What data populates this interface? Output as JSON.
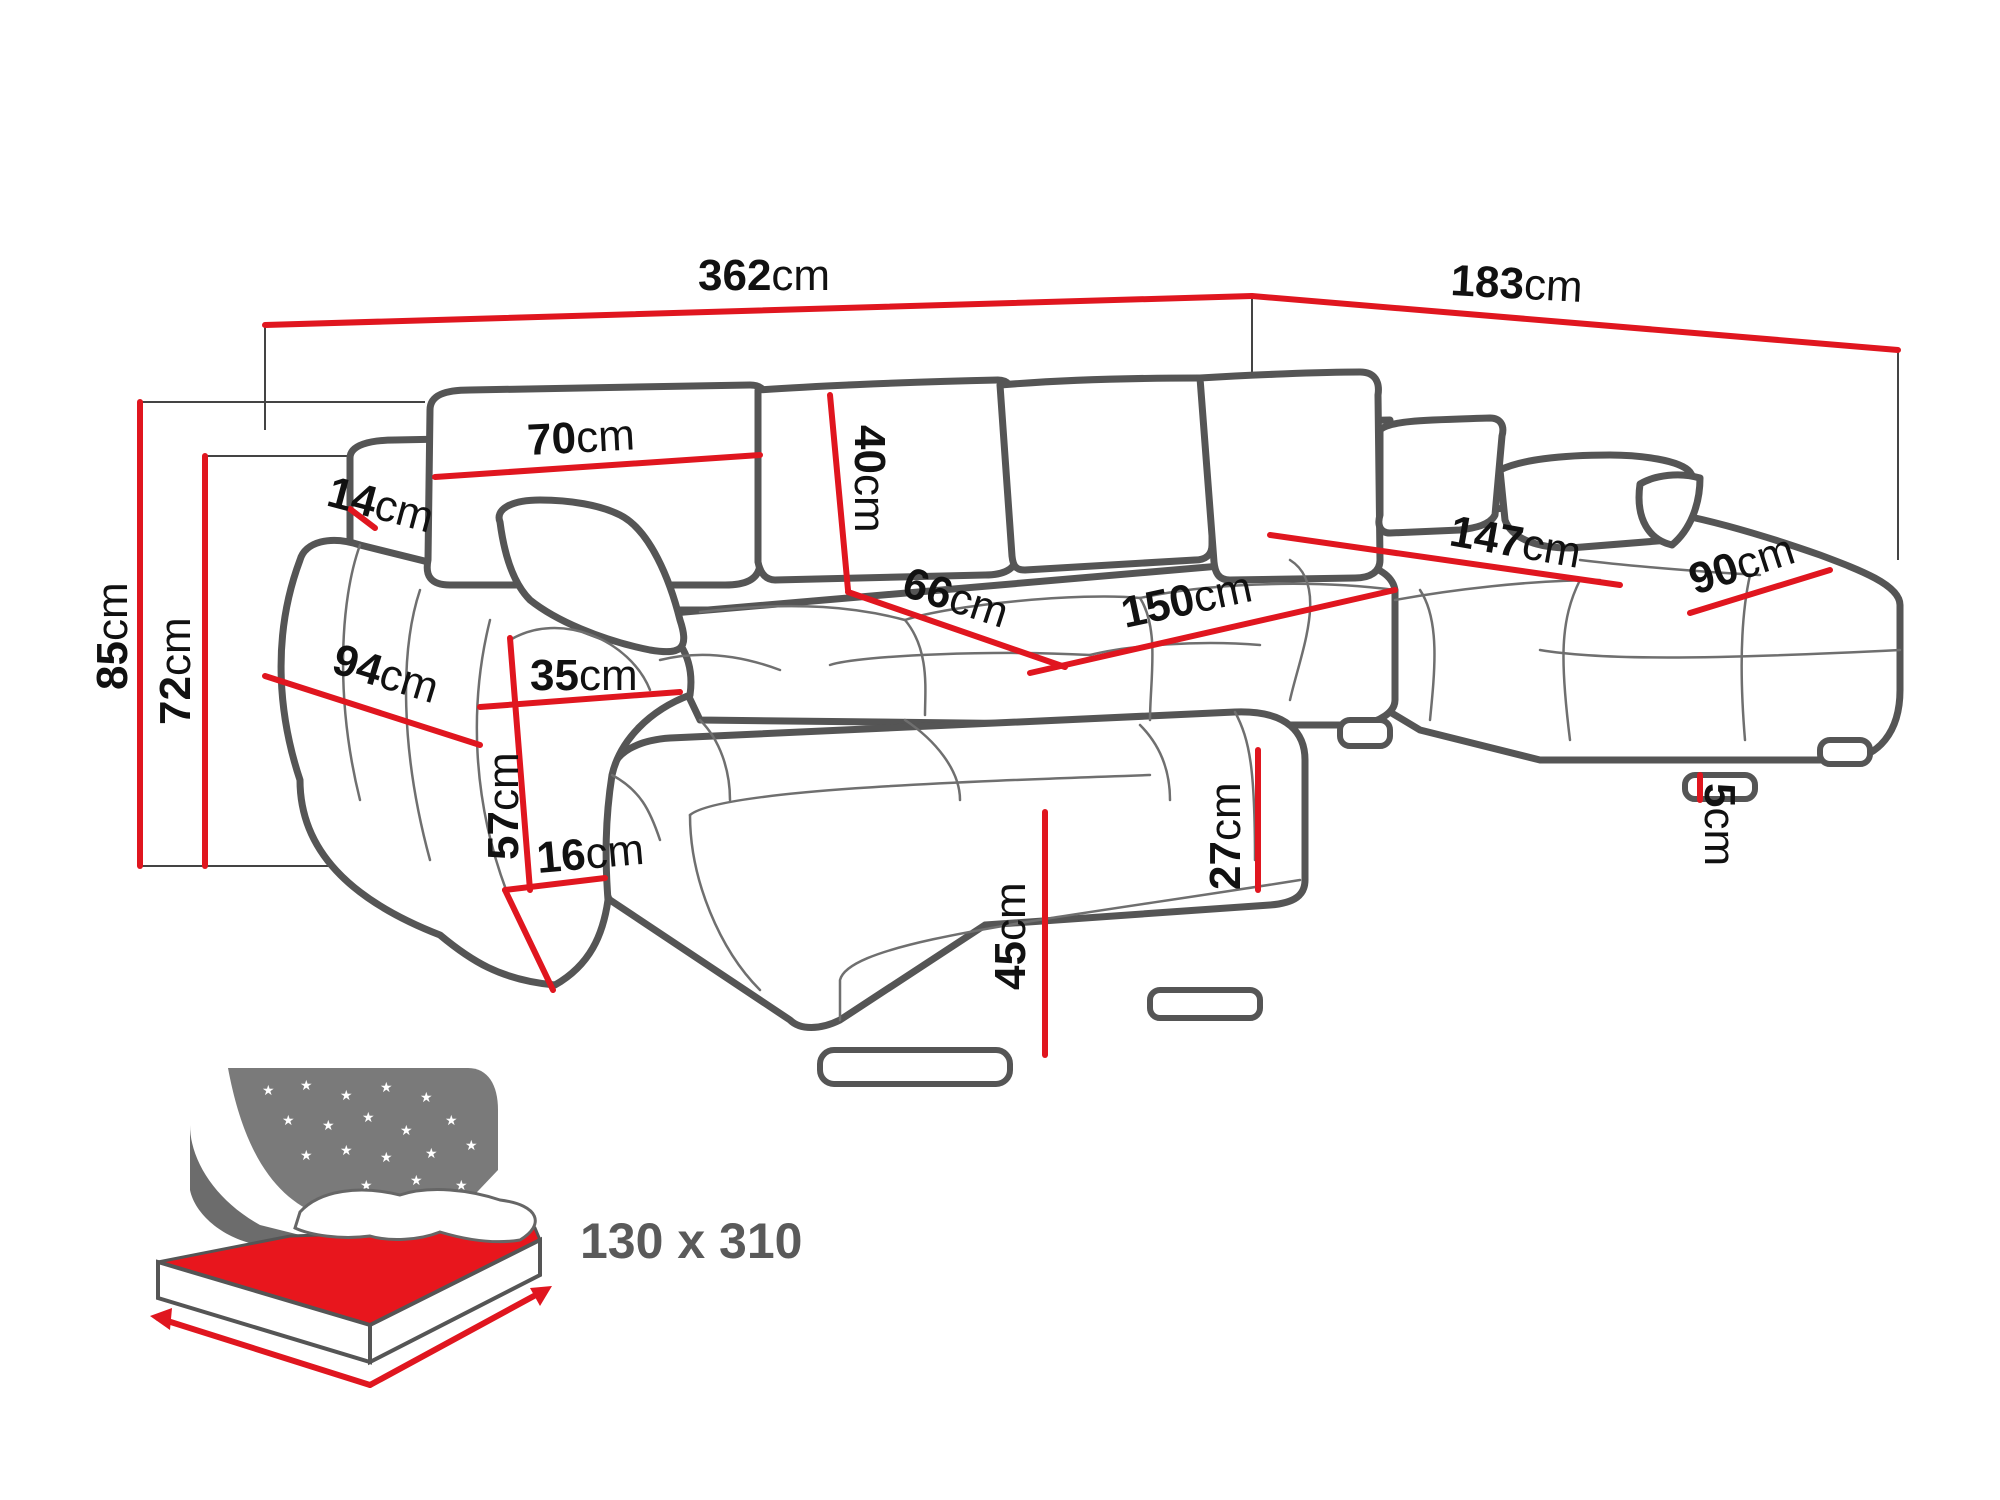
{
  "unit": "cm",
  "dimensions": [
    {
      "id": "overall-width",
      "value": "362"
    },
    {
      "id": "chaise-depth-right",
      "value": "183"
    },
    {
      "id": "total-height",
      "value": "85"
    },
    {
      "id": "back-height",
      "value": "72"
    },
    {
      "id": "cushion-width",
      "value": "70"
    },
    {
      "id": "armrest-top-width",
      "value": "14"
    },
    {
      "id": "cushion-height",
      "value": "40"
    },
    {
      "id": "seat-depth",
      "value": "66"
    },
    {
      "id": "seat-width",
      "value": "150"
    },
    {
      "id": "chaise-length-right",
      "value": "147"
    },
    {
      "id": "chaise-width-right",
      "value": "90"
    },
    {
      "id": "armrest-depth",
      "value": "94"
    },
    {
      "id": "armrest-width",
      "value": "35"
    },
    {
      "id": "armrest-height",
      "value": "57"
    },
    {
      "id": "armrest-base",
      "value": "16"
    },
    {
      "id": "seat-cushion-thickness",
      "value": "27"
    },
    {
      "id": "seat-height",
      "value": "45"
    },
    {
      "id": "leg-height",
      "value": "5"
    }
  ],
  "bed": {
    "size_label": "130 x 310"
  },
  "colors": {
    "dimension_line": "#e0161f",
    "outline": "#555555",
    "bed_mattress": "#e8161d",
    "night_panel": "#7a7a7a"
  },
  "icons": [
    "bed-function-icon"
  ]
}
